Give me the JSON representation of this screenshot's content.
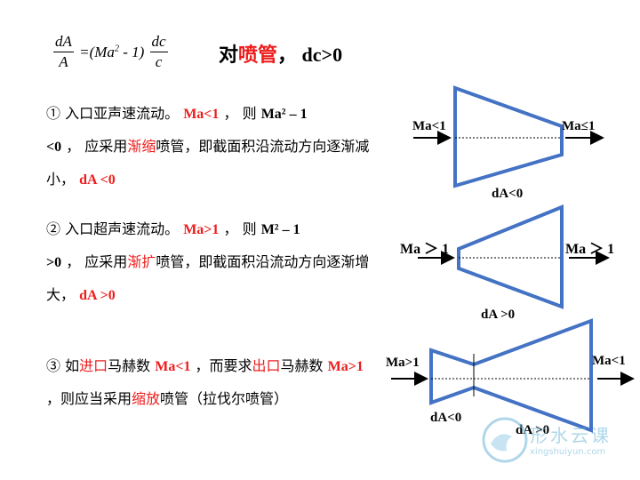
{
  "formula": {
    "dA": "dA",
    "A": "A",
    "eq": "=(Ma",
    "sup": "2",
    "minus": " - 1)",
    "dc": "dc",
    "c": "c"
  },
  "title": {
    "prefix": "对",
    "highlight": "喷管",
    "suffix": "， dc>0"
  },
  "case1": {
    "num": "①",
    "t1": " 入口亚声速流动。 ",
    "cond": "Ma<1",
    "t2": " ， 则 ",
    "expr1": "Ma² – 1",
    "expr2": "<0",
    "t3": " ， 应采用",
    "hl": "渐缩",
    "t4": "喷管，即截面积沿流动方向逐渐减小， ",
    "result": "dA <0"
  },
  "case2": {
    "num": "②",
    "t1": " 入口超声速流动。 ",
    "cond": "Ma>1",
    "t2": " ， 则 ",
    "expr1": "M² – 1",
    "expr2": ">0",
    "t3": " ， 应采用",
    "hl": "渐扩",
    "t4": "喷管，即截面积沿流动方向逐渐增大， ",
    "result": "dA >0"
  },
  "case3": {
    "num": "③",
    "t1": " 如",
    "hl1": "进口",
    "t2": "马赫数 ",
    "cond1": "Ma<1",
    "t3": " ，而要求",
    "hl2": "出口",
    "t4": "马赫数 ",
    "cond2": "Ma>1",
    "t5": " ，则应当采用",
    "hl3": "缩放",
    "t6": "喷管（拉伐尔喷管）"
  },
  "diagram1": {
    "left": "Ma<1",
    "right": "Ma≤1",
    "bottom": "dA<0"
  },
  "diagram2": {
    "left": "Ma ＞ 1",
    "right": "Ma ＞ 1",
    "bottom": "dA >0"
  },
  "diagram3": {
    "left": "Ma>1",
    "right": "Ma<1",
    "bottom_left": "dA<0",
    "bottom_right": "dA >0"
  },
  "logo": {
    "cn": "形水云课",
    "en": "xingshuiyun.com"
  },
  "colors": {
    "accent": "#ee1c1c",
    "nozzle": "#4472c4",
    "logo": "#6fb7d8"
  }
}
